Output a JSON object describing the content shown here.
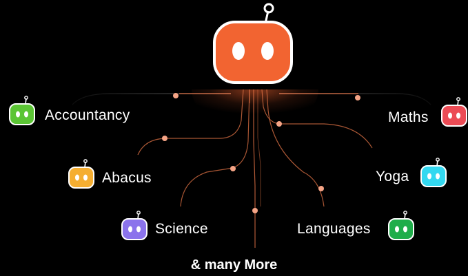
{
  "mascot": {
    "icon": "robot-mascot-icon",
    "color": "#f26431"
  },
  "subjects": [
    {
      "label": "Accountancy",
      "icon": "robot-icon",
      "color": "#5bc534"
    },
    {
      "label": "Maths",
      "icon": "robot-icon",
      "color": "#ec4b55"
    },
    {
      "label": "Abacus",
      "icon": "robot-icon",
      "color": "#f5ae31"
    },
    {
      "label": "Yoga",
      "icon": "robot-icon",
      "color": "#33d8f0"
    },
    {
      "label": "Science",
      "icon": "robot-icon",
      "color": "#8b73ec"
    },
    {
      "label": "Languages",
      "icon": "robot-icon",
      "color": "#1fad4a"
    }
  ],
  "footer": "& many More",
  "accent": "#f07a4a"
}
